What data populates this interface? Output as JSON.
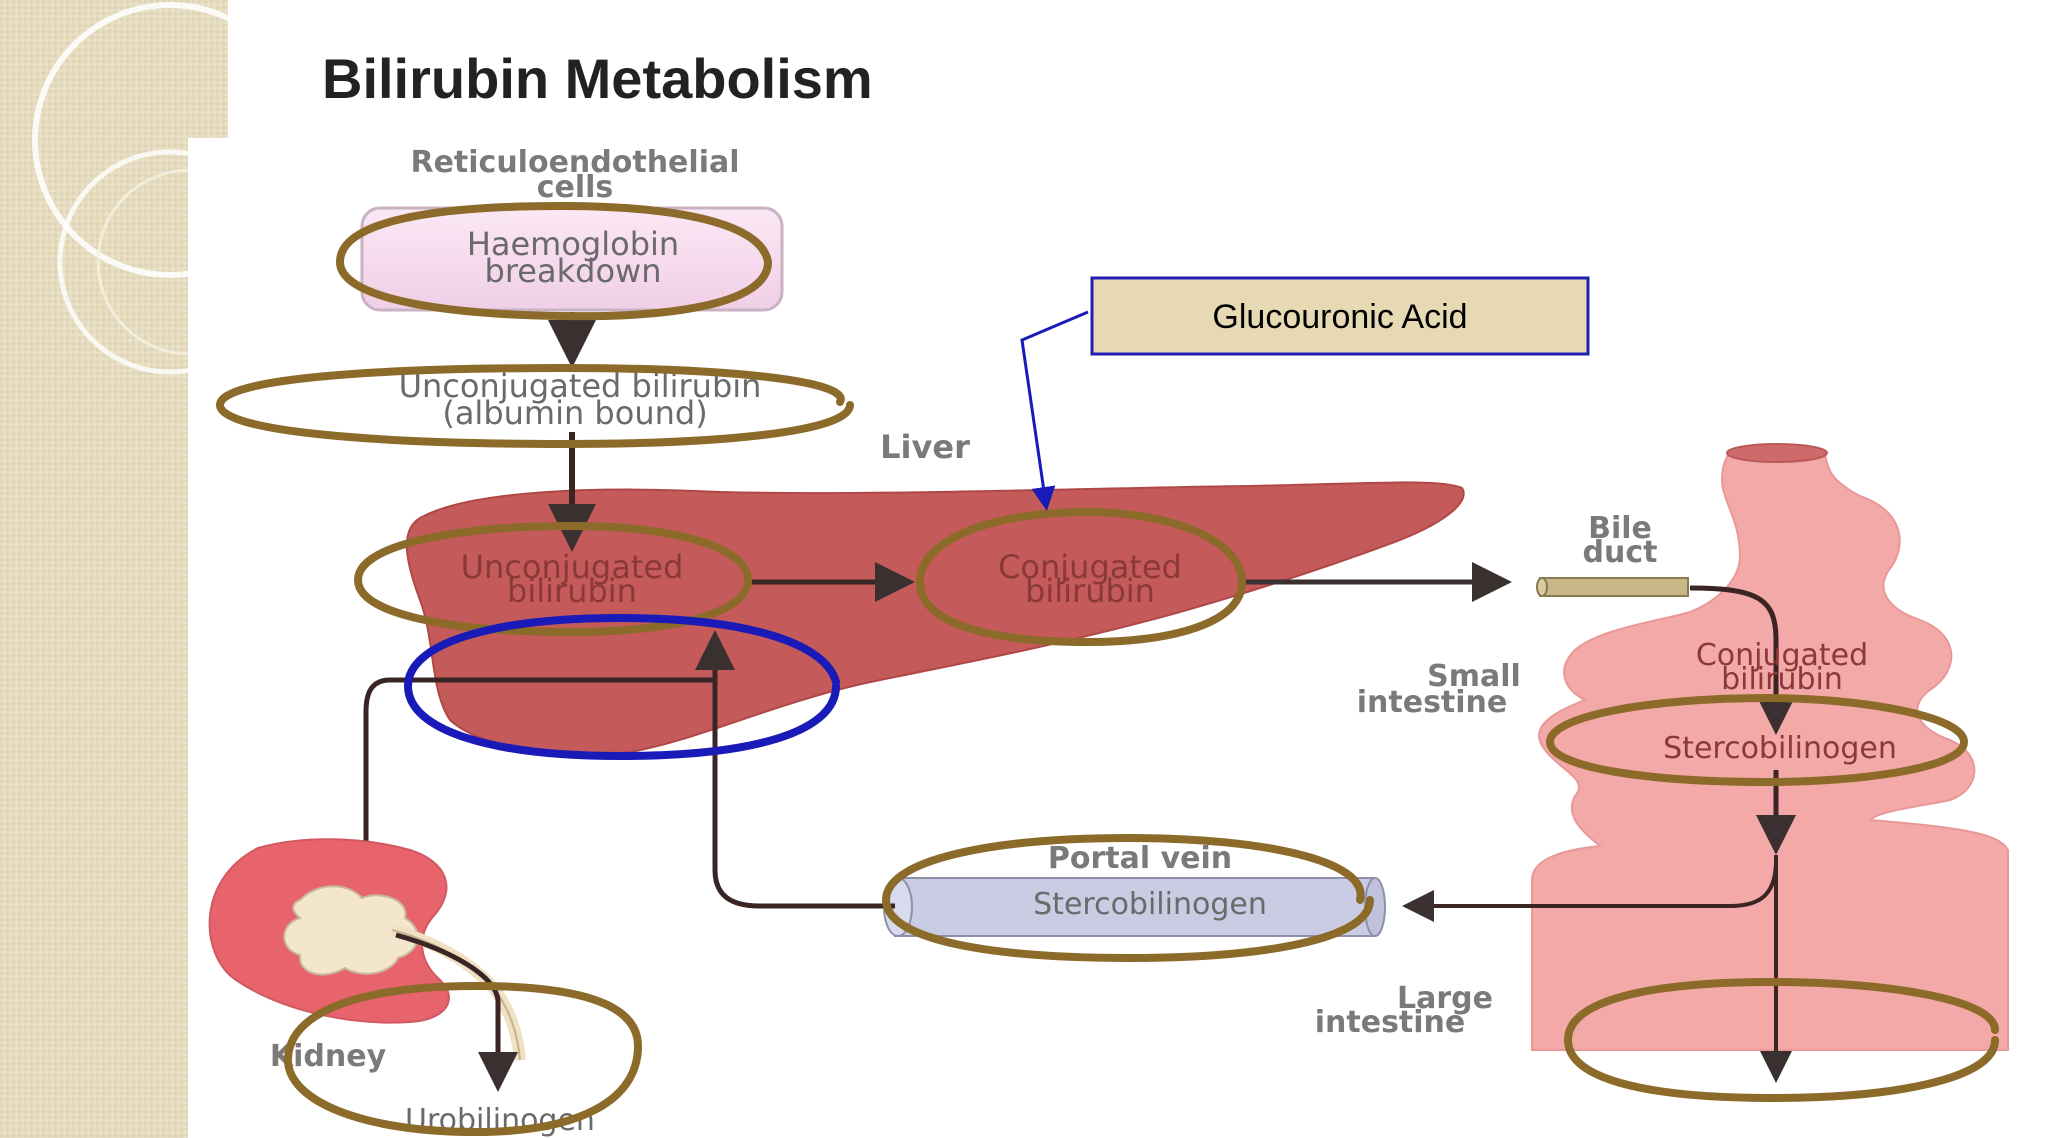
{
  "slide": {
    "title": "Bilirubin Metabolism"
  },
  "diagram": {
    "reticuloendothelial_line1": "Reticuloendothelial",
    "reticuloendothelial_line2": "cells",
    "haemoglobin_line1": "Haemoglobin",
    "haemoglobin_line2": "breakdown",
    "unconj_albumin_line1": "Unconjugated bilirubin",
    "unconj_albumin_line2": "(albumin bound)",
    "liver": "Liver",
    "unconj_liver_line1": "Unconjugated",
    "unconj_liver_line2": "bilirubin",
    "conj_liver_line1": "Conjugated",
    "conj_liver_line2": "bilirubin",
    "bile_duct_line1": "Bile",
    "bile_duct_line2": "duct",
    "conj_intestine_line1": "Conjugated",
    "conj_intestine_line2": "bilirubin",
    "small_intestine_line1": "Small",
    "small_intestine_line2": "intestine",
    "stercobilinogen_intestine": "Stercobilinogen",
    "portal_vein": "Portal vein",
    "stercobilinogen_portal": "Stercobilinogen",
    "large_intestine_line1": "Large",
    "large_intestine_line2": "intestine",
    "kidney": "Kidney",
    "urobilinogen": "Urobilinogen"
  },
  "callout": {
    "glucuronic_acid": "Glucouronic Acid"
  },
  "colors": {
    "highlight_ellipse": "#8c6b2a",
    "blue_ellipse": "#1a1ab8",
    "callout_fill": "#e8d9b5",
    "callout_border": "#2020b0",
    "liver": "#c25e5e",
    "intestine": "#f2a8a8",
    "kidney": "#e8686e",
    "portal_vein": "#c8cbe0",
    "haemoglobin_box": "#f8dcef",
    "slide_side": "#e5dcc0"
  }
}
